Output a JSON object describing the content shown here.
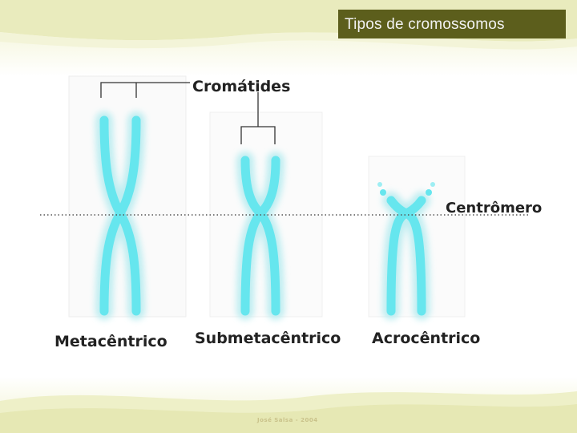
{
  "slide": {
    "title": "Tipos de cromossomos",
    "credit": "José Salsa - 2004"
  },
  "diagram": {
    "labels": {
      "chromatids": "Cromátides",
      "centromere": "Centrômero"
    },
    "types": [
      "Metacêntrico",
      "Submetacêntrico",
      "Acrocêntrico"
    ]
  },
  "colors": {
    "title_bg": "#5c5e1c",
    "title_text": "#f2f2f2",
    "chromosome": "#66e6ee",
    "chromosome_glow": "#b8ecf0",
    "wave": "#e7e9b8",
    "label_text": "#222222"
  }
}
